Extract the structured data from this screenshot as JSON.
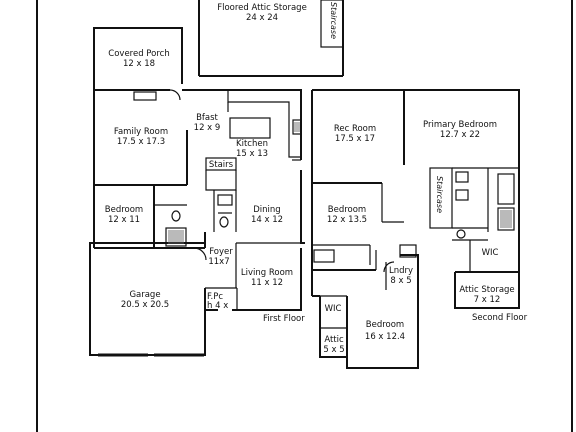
{
  "rooms": {
    "attic_storage_top": {
      "name": "Floored Attic Storage",
      "dims": "24 x 24"
    },
    "covered_porch": {
      "name": "Covered Porch",
      "dims": "12 x 18"
    },
    "bfast": {
      "name": "Bfast",
      "dims": "12 x 9"
    },
    "family_room": {
      "name": "Family Room",
      "dims": "17.5 x 17.3"
    },
    "kitchen": {
      "name": "Kitchen",
      "dims": "15 x 13"
    },
    "stairs": {
      "name": "Stairs"
    },
    "bedroom_1": {
      "name": "Bedroom",
      "dims": "12 x 11"
    },
    "dining": {
      "name": "Dining",
      "dims": "14 x 12"
    },
    "foyer": {
      "name": "Foyer",
      "dims": "11x7"
    },
    "garage": {
      "name": "Garage",
      "dims": "20.5 x 20.5"
    },
    "living_room": {
      "name": "Living Room",
      "dims": "11 x 12"
    },
    "fpc": {
      "name": "F.Pc",
      "dims": "h 4 x"
    },
    "rec_room": {
      "name": "Rec Room",
      "dims": "17.5 x 17"
    },
    "primary_bedroom": {
      "name": "Primary Bedroom",
      "dims": "12.7 x 22"
    },
    "bedroom_2": {
      "name": "Bedroom",
      "dims": "12 x 13.5"
    },
    "wic_1": {
      "name": "WIC"
    },
    "lndry": {
      "name": "Lndry",
      "dims": "8 x 5"
    },
    "attic_storage_2": {
      "name": "Attic Storage",
      "dims": "7 x 12"
    },
    "wic_2": {
      "name": "WIC"
    },
    "attic_small": {
      "name": "Attic",
      "dims": "5 x 5"
    },
    "bedroom_3": {
      "name": "Bedroom",
      "dims": "16 x 12.4"
    }
  },
  "staircases": {
    "top": "Staircase",
    "second": "Staircase"
  },
  "floors": {
    "first": "First Floor",
    "second": "Second Floor"
  }
}
